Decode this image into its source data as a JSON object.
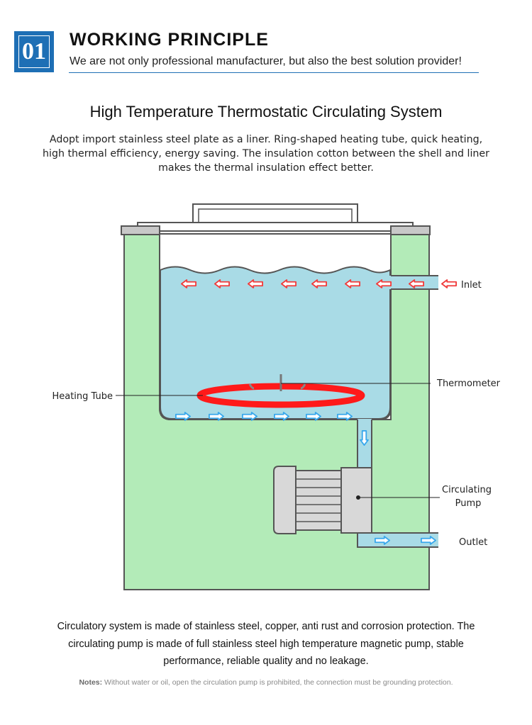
{
  "header": {
    "badge_number": "01",
    "section_title": "WORKING PRINCIPLE",
    "section_subtitle": "We are not only professional manufacturer, but also the best solution provider!"
  },
  "main": {
    "title": "High Temperature Thermostatic Circulating System",
    "intro_lines": [
      "Adopt import stainless steel plate as a liner. Ring-shaped heating tube, quick heating,",
      "high thermal efficiency, energy saving. The insulation cotton between the shell and liner",
      "makes the thermal insulation effect better."
    ]
  },
  "diagram": {
    "labels": {
      "inlet": "Inlet",
      "thermometer": "Thermometer",
      "heating_tube": "Heating Tube",
      "pump_line1": "Circulating",
      "pump_line2": "Pump",
      "outlet": "Outlet"
    },
    "colors": {
      "insulation": "#b3ebb8",
      "water": "#a9dbe6",
      "heater": "#ff1a1a",
      "hot_arrow": "#f03c3c",
      "cold_arrow": "#39a8ec",
      "pump_body": "#d8d8d8"
    },
    "icons": [
      "hot-flow-arrow-icon",
      "cold-flow-arrow-icon"
    ]
  },
  "footer": {
    "lines": [
      "Circulatory system is made of stainless steel, copper, anti rust and corrosion protection. The",
      "circulating pump is made of full stainless steel high temperature magnetic pump, stable",
      "performance, reliable quality and no leakage."
    ],
    "notes_label": "Notes:",
    "notes_text": " Without water or oil, open the circulation pump is prohibited, the connection must be grounding protection."
  }
}
